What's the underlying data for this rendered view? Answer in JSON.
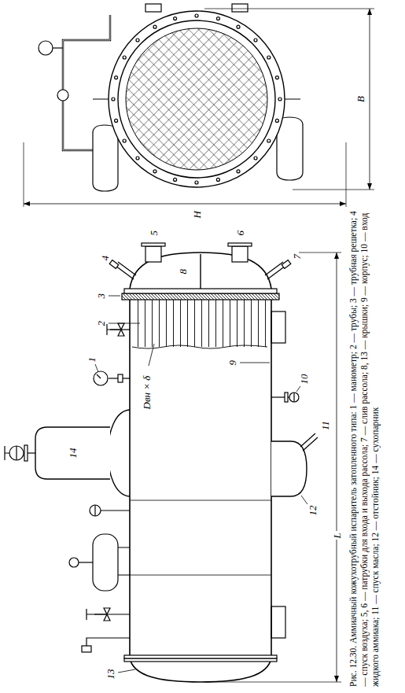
{
  "diagram": {
    "caption": "Рис. 12.30. Аммиачный кожухотрубный испаритель затопленного типа: 1 — манометр; 2 — трубы; 3 — трубная решетка; 4 — спуск воздуха; 5, 6 — патрубки для входа и выхода рассола; 7 — слив рассола; 8, 13 — крышки; 9 — корпус; 10 — вход жидкого аммиака; 11 — спуск масла; 12 — отстойник; 14 — сухопарник",
    "labels": [
      "1",
      "2",
      "3",
      "4",
      "5",
      "6",
      "7",
      "8",
      "9",
      "10",
      "11",
      "12",
      "13",
      "14",
      "Dвн × δ",
      "L",
      "H",
      "B"
    ]
  }
}
